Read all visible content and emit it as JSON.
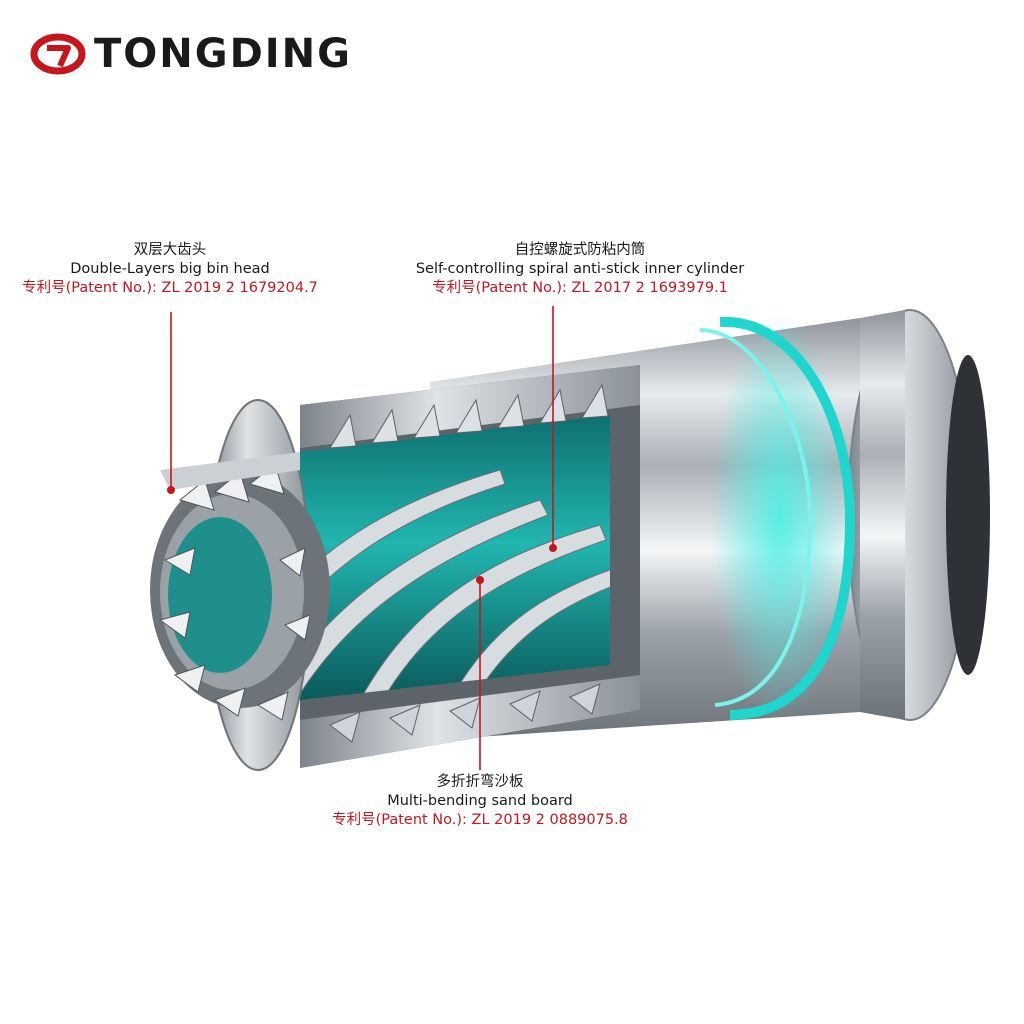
{
  "brand": {
    "name": "TONGDING",
    "colors": {
      "accent": "#c4161c",
      "text": "#1a1a1a",
      "teal": "#1fb9b4",
      "steel": "#b9bec4"
    },
    "icon": "tongding-logo-icon"
  },
  "callouts": [
    {
      "id": "head",
      "cn": "双层大齿头",
      "en": "Double-Layers big bin head",
      "patent": "专利号(Patent No.):  ZL 2019 2 1679204.7"
    },
    {
      "id": "spiral",
      "cn": "自控螺旋式防粘内筒",
      "en": "Self-controlling spiral anti-stick inner cylinder",
      "patent": "专利号(Patent No.):  ZL 2017 2 1693979.1"
    },
    {
      "id": "board",
      "cn": "多折折弯沙板",
      "en": "Multi-bending sand board",
      "patent": "专利号(Patent No.):  ZL 2019 2 0889075.8"
    }
  ]
}
